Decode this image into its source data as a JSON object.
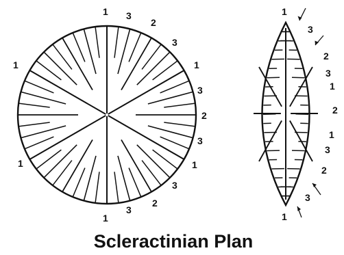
{
  "caption": "Scleractinian Plan",
  "circle_labels": {
    "top_1": "1",
    "top_3a": "3",
    "top_2": "2",
    "top_3b": "3",
    "right_1a": "1",
    "right_3a": "3",
    "right_2": "2",
    "right_3b": "3",
    "right_1b": "1",
    "bottom_3a": "3",
    "bottom_2": "2",
    "bottom_3b": "3",
    "bottom_1": "1",
    "left_1a": "1",
    "left_1b": "1"
  },
  "lens_labels": {
    "top_1": "1",
    "top_3": "3",
    "right_2a": "2",
    "right_3a": "3",
    "right_1a": "1",
    "right_2b": "2",
    "right_1b": "1",
    "right_3b": "3",
    "right_2c": "2",
    "bottom_3": "3",
    "bottom_1": "1"
  },
  "stroke_color": "#111111",
  "background_color": "#ffffff"
}
